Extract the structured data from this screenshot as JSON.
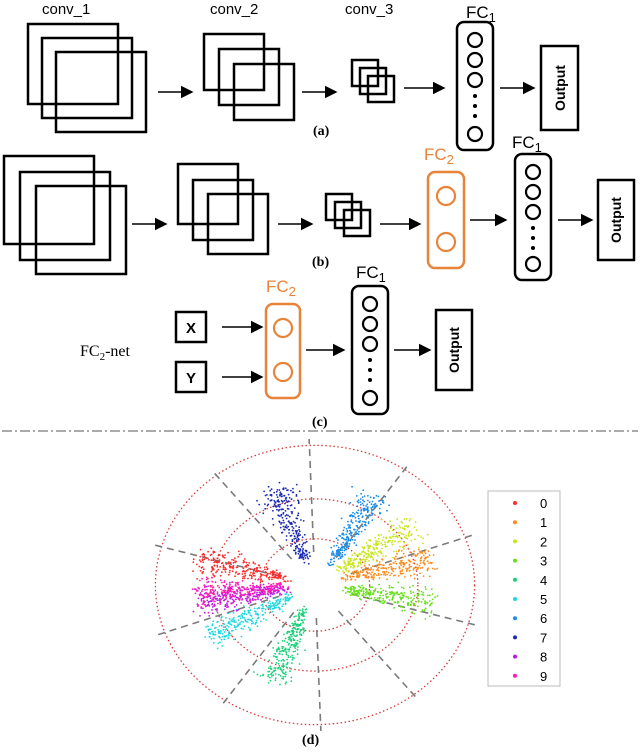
{
  "labels": {
    "conv1": "conv_1",
    "conv2": "conv_2",
    "conv3": "conv_3",
    "fc1": "FC",
    "fc1_sub": "1",
    "fc2": "FC",
    "fc2_sub": "2",
    "output": "Output",
    "cap_a": "(a)",
    "cap_b": "(b)",
    "cap_c": "(c)",
    "cap_d": "(d)",
    "x": "X",
    "y": "Y",
    "fc2net_pre": "FC",
    "fc2net_sub": "2",
    "fc2net_post": "-net"
  },
  "colors": {
    "orange": "#e8833a",
    "ring": "#d93a3a",
    "spoke": "#7a7a7a"
  },
  "chart_data": {
    "type": "scatter",
    "legend_placement": "right",
    "legend": [
      {
        "label": "0",
        "color": "#ff2a2a"
      },
      {
        "label": "1",
        "color": "#ff8c1a"
      },
      {
        "label": "2",
        "color": "#c8e61a"
      },
      {
        "label": "3",
        "color": "#66e01a"
      },
      {
        "label": "4",
        "color": "#1ad27a"
      },
      {
        "label": "5",
        "color": "#1ad8e0"
      },
      {
        "label": "6",
        "color": "#1a8ce6"
      },
      {
        "label": "7",
        "color": "#1a2ab4"
      },
      {
        "label": "8",
        "color": "#b41ae6"
      },
      {
        "label": "9",
        "color": "#ff1ab4"
      }
    ],
    "clusters_angle_deg": [
      165,
      15,
      35,
      350,
      250,
      210,
      60,
      110,
      190,
      185
    ]
  }
}
